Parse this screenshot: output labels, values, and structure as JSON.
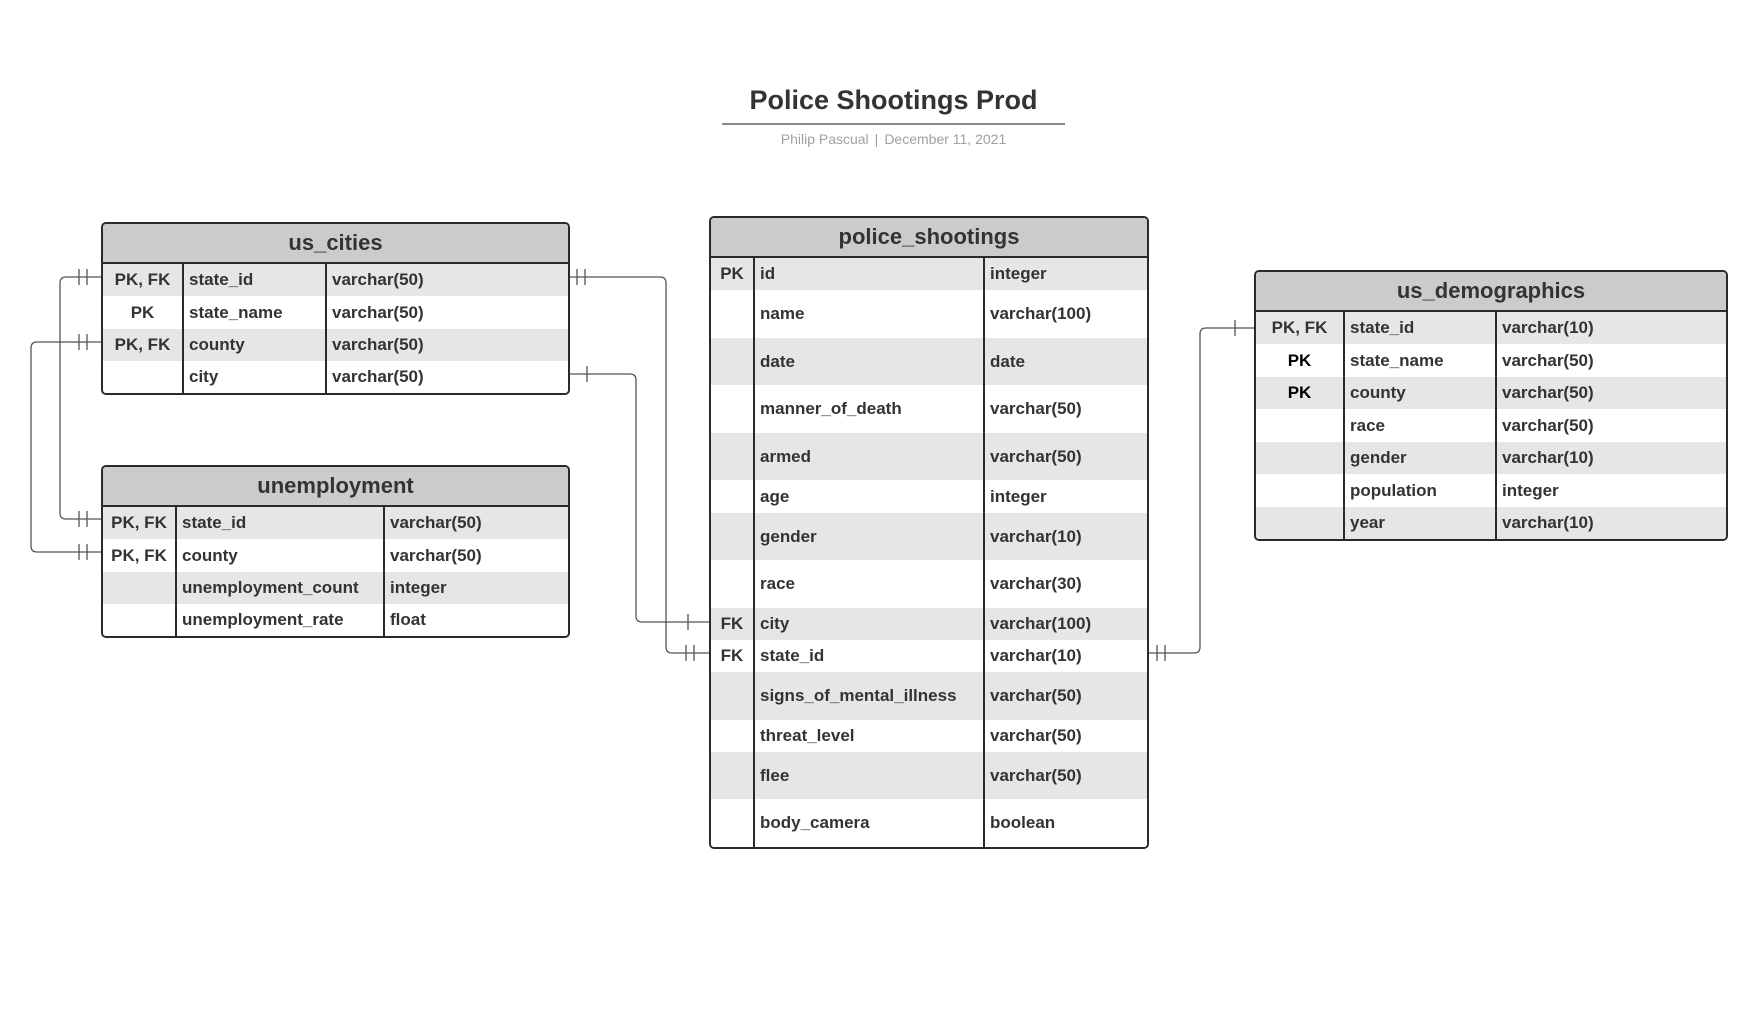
{
  "header": {
    "title": "Police Shootings Prod",
    "author": "Philip Pascual",
    "separator": "|",
    "date": "December 11, 2021"
  },
  "entities": [
    {
      "id": "us_cities",
      "name": "us_cities",
      "rows": [
        {
          "key": "PK, FK",
          "field": "state_id",
          "type": "varchar(50)"
        },
        {
          "key": "PK",
          "field": "state_name",
          "type": "varchar(50)"
        },
        {
          "key": "PK, FK",
          "field": "county",
          "type": "varchar(50)"
        },
        {
          "key": "",
          "field": "city",
          "type": "varchar(50)"
        }
      ]
    },
    {
      "id": "unemployment",
      "name": "unemployment",
      "rows": [
        {
          "key": "PK, FK",
          "field": "state_id",
          "type": "varchar(50)"
        },
        {
          "key": "PK, FK",
          "field": "county",
          "type": "varchar(50)"
        },
        {
          "key": "",
          "field": "unemployment_count",
          "type": "integer"
        },
        {
          "key": "",
          "field": "unemployment_rate",
          "type": "float"
        }
      ]
    },
    {
      "id": "police_shootings",
      "name": "police_shootings",
      "rows": [
        {
          "key": "PK",
          "field": "id",
          "type": "integer"
        },
        {
          "key": "",
          "field": "name",
          "type": "varchar(100)"
        },
        {
          "key": "",
          "field": "date",
          "type": "date"
        },
        {
          "key": "",
          "field": "manner_of_death",
          "type": "varchar(50)"
        },
        {
          "key": "",
          "field": "armed",
          "type": "varchar(50)"
        },
        {
          "key": "",
          "field": "age",
          "type": "integer"
        },
        {
          "key": "",
          "field": "gender",
          "type": "varchar(10)"
        },
        {
          "key": "",
          "field": "race",
          "type": "varchar(30)"
        },
        {
          "key": "FK",
          "field": "city",
          "type": "varchar(100)"
        },
        {
          "key": "FK",
          "field": "state_id",
          "type": "varchar(10)"
        },
        {
          "key": "",
          "field": "signs_of_mental_illness",
          "type": "varchar(50)"
        },
        {
          "key": "",
          "field": "threat_level",
          "type": "varchar(50)"
        },
        {
          "key": "",
          "field": "flee",
          "type": "varchar(50)"
        },
        {
          "key": "",
          "field": "body_camera",
          "type": "boolean"
        }
      ]
    },
    {
      "id": "us_demographics",
      "name": "us_demographics",
      "rows": [
        {
          "key": "PK, FK",
          "field": "state_id",
          "type": "varchar(10)"
        },
        {
          "key": "PK",
          "field": "state_name",
          "type": "varchar(50)"
        },
        {
          "key": "PK",
          "field": "county",
          "type": "varchar(50)"
        },
        {
          "key": "",
          "field": "race",
          "type": "varchar(50)"
        },
        {
          "key": "",
          "field": "gender",
          "type": "varchar(10)"
        },
        {
          "key": "",
          "field": "population",
          "type": "integer"
        },
        {
          "key": "",
          "field": "year",
          "type": "varchar(10)"
        }
      ]
    }
  ]
}
